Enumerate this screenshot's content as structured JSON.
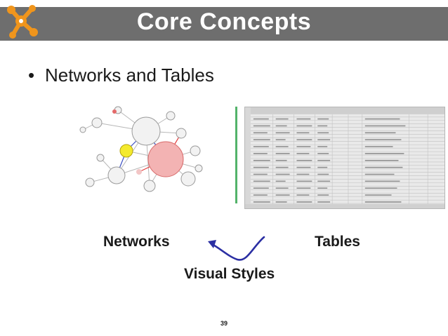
{
  "slide": {
    "title": "Core Concepts",
    "bullet": "Networks and Tables",
    "labels": {
      "networks": "Networks",
      "tables": "Tables",
      "visual_styles": "Visual Styles"
    },
    "page_number": "39"
  },
  "colors": {
    "title_bar": "#6e6e6e",
    "logo_orange": "#f0951c",
    "divider": "#53b36a",
    "arrow": "#2b2fa3"
  }
}
